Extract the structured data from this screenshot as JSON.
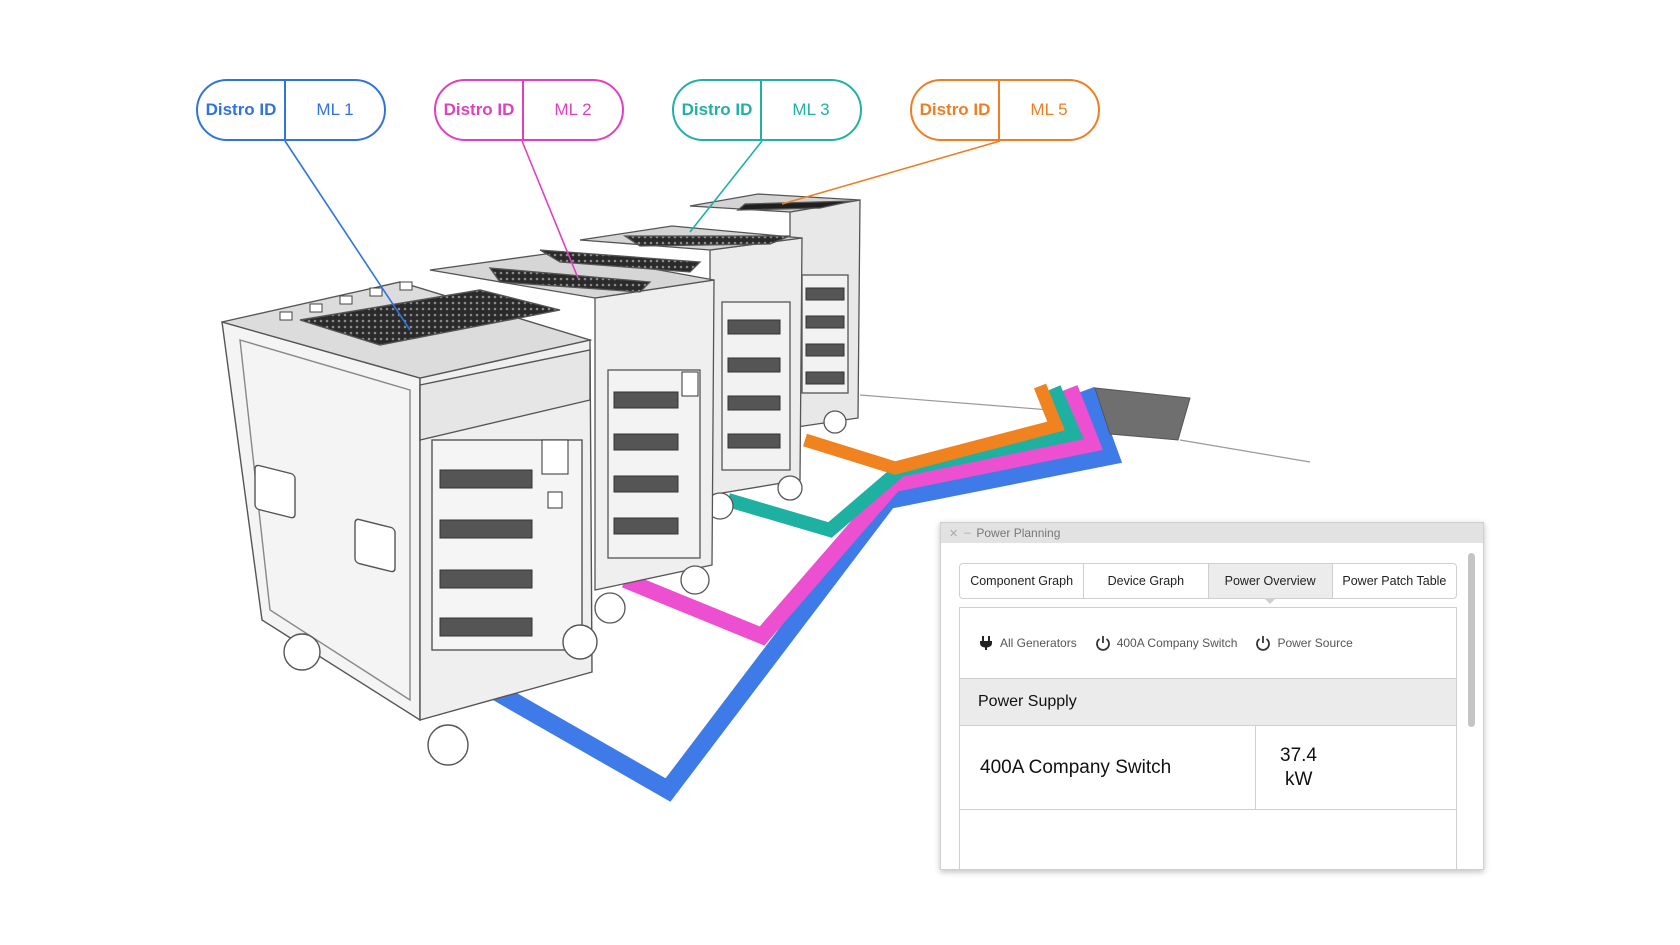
{
  "callouts": [
    {
      "key": "Distro ID",
      "value": "ML 1",
      "color": "#2f73e0"
    },
    {
      "key": "Distro ID",
      "value": "ML 2",
      "color": "#e23fc0"
    },
    {
      "key": "Distro ID",
      "value": "ML 3",
      "color": "#1fb0a6"
    },
    {
      "key": "Distro ID",
      "value": "ML 5",
      "color": "#ef7e22"
    }
  ],
  "cable_colors": {
    "blue": "#3f7be8",
    "pink": "#ec4fcf",
    "teal": "#1eb0a0",
    "orange": "#f0831f",
    "source": "#777777"
  },
  "panel": {
    "title": "Power Planning",
    "tabs": [
      {
        "label": "Component Graph",
        "active": false
      },
      {
        "label": "Device Graph",
        "active": false
      },
      {
        "label": "Power Overview",
        "active": true
      },
      {
        "label": "Power Patch Table",
        "active": false
      }
    ],
    "filters": [
      {
        "icon": "plug-icon",
        "label": "All Generators"
      },
      {
        "icon": "power-icon",
        "label": "400A Company Switch"
      },
      {
        "icon": "power-icon",
        "label": "Power Source"
      }
    ],
    "section_header": "Power Supply",
    "supply": {
      "name": "400A Company Switch",
      "value": "37.4",
      "unit": "kW"
    }
  }
}
